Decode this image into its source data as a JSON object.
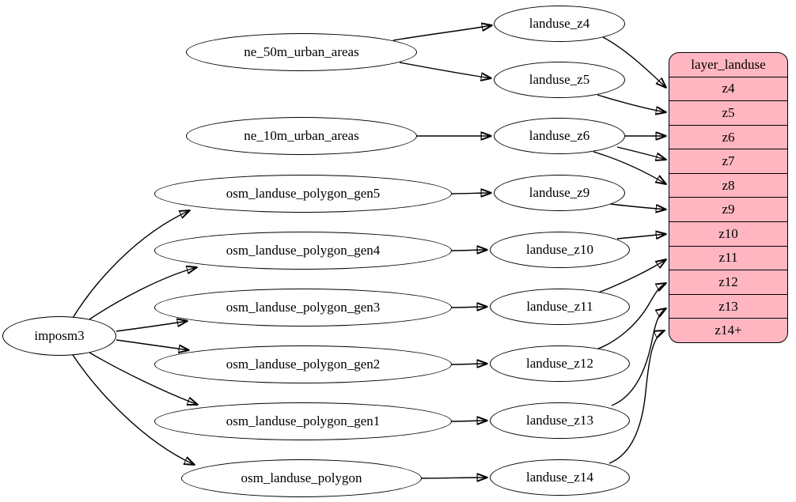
{
  "colors": {
    "background": "#ffffff",
    "node_fill": "#ffffff",
    "node_stroke": "#000000",
    "record_fill": "#ffb6c1",
    "edge_color": "#000000"
  },
  "graph": {
    "nodes": [
      {
        "id": "imposm3",
        "label": "imposm3"
      },
      {
        "id": "ne_50m_urban_areas",
        "label": "ne_50m_urban_areas"
      },
      {
        "id": "ne_10m_urban_areas",
        "label": "ne_10m_urban_areas"
      },
      {
        "id": "osm_landuse_polygon_gen5",
        "label": "osm_landuse_polygon_gen5"
      },
      {
        "id": "osm_landuse_polygon_gen4",
        "label": "osm_landuse_polygon_gen4"
      },
      {
        "id": "osm_landuse_polygon_gen3",
        "label": "osm_landuse_polygon_gen3"
      },
      {
        "id": "osm_landuse_polygon_gen2",
        "label": "osm_landuse_polygon_gen2"
      },
      {
        "id": "osm_landuse_polygon_gen1",
        "label": "osm_landuse_polygon_gen1"
      },
      {
        "id": "osm_landuse_polygon",
        "label": "osm_landuse_polygon"
      },
      {
        "id": "landuse_z4",
        "label": "landuse_z4"
      },
      {
        "id": "landuse_z5",
        "label": "landuse_z5"
      },
      {
        "id": "landuse_z6",
        "label": "landuse_z6"
      },
      {
        "id": "landuse_z9",
        "label": "landuse_z9"
      },
      {
        "id": "landuse_z10",
        "label": "landuse_z10"
      },
      {
        "id": "landuse_z11",
        "label": "landuse_z11"
      },
      {
        "id": "landuse_z12",
        "label": "landuse_z12"
      },
      {
        "id": "landuse_z13",
        "label": "landuse_z13"
      },
      {
        "id": "landuse_z14",
        "label": "landuse_z14"
      }
    ],
    "record": {
      "title": "layer_landuse",
      "rows": [
        "z4",
        "z5",
        "z6",
        "z7",
        "z8",
        "z9",
        "z10",
        "z11",
        "z12",
        "z13",
        "z14+"
      ]
    },
    "edges": [
      {
        "from": "imposm3",
        "to": "osm_landuse_polygon_gen5"
      },
      {
        "from": "imposm3",
        "to": "osm_landuse_polygon_gen4"
      },
      {
        "from": "imposm3",
        "to": "osm_landuse_polygon_gen3"
      },
      {
        "from": "imposm3",
        "to": "osm_landuse_polygon_gen2"
      },
      {
        "from": "imposm3",
        "to": "osm_landuse_polygon_gen1"
      },
      {
        "from": "imposm3",
        "to": "osm_landuse_polygon"
      },
      {
        "from": "ne_50m_urban_areas",
        "to": "landuse_z4"
      },
      {
        "from": "ne_50m_urban_areas",
        "to": "landuse_z5"
      },
      {
        "from": "ne_10m_urban_areas",
        "to": "landuse_z6"
      },
      {
        "from": "osm_landuse_polygon_gen5",
        "to": "landuse_z9"
      },
      {
        "from": "osm_landuse_polygon_gen4",
        "to": "landuse_z10"
      },
      {
        "from": "osm_landuse_polygon_gen3",
        "to": "landuse_z11"
      },
      {
        "from": "osm_landuse_polygon_gen2",
        "to": "landuse_z12"
      },
      {
        "from": "osm_landuse_polygon_gen1",
        "to": "landuse_z13"
      },
      {
        "from": "osm_landuse_polygon",
        "to": "landuse_z14"
      },
      {
        "from": "landuse_z4",
        "to": "layer_landuse:z4"
      },
      {
        "from": "landuse_z5",
        "to": "layer_landuse:z5"
      },
      {
        "from": "landuse_z6",
        "to": "layer_landuse:z6"
      },
      {
        "from": "landuse_z6",
        "to": "layer_landuse:z7"
      },
      {
        "from": "landuse_z6",
        "to": "layer_landuse:z8"
      },
      {
        "from": "landuse_z9",
        "to": "layer_landuse:z9"
      },
      {
        "from": "landuse_z10",
        "to": "layer_landuse:z10"
      },
      {
        "from": "landuse_z11",
        "to": "layer_landuse:z11"
      },
      {
        "from": "landuse_z12",
        "to": "layer_landuse:z12"
      },
      {
        "from": "landuse_z13",
        "to": "layer_landuse:z13"
      },
      {
        "from": "landuse_z14",
        "to": "layer_landuse:z14+"
      }
    ]
  }
}
